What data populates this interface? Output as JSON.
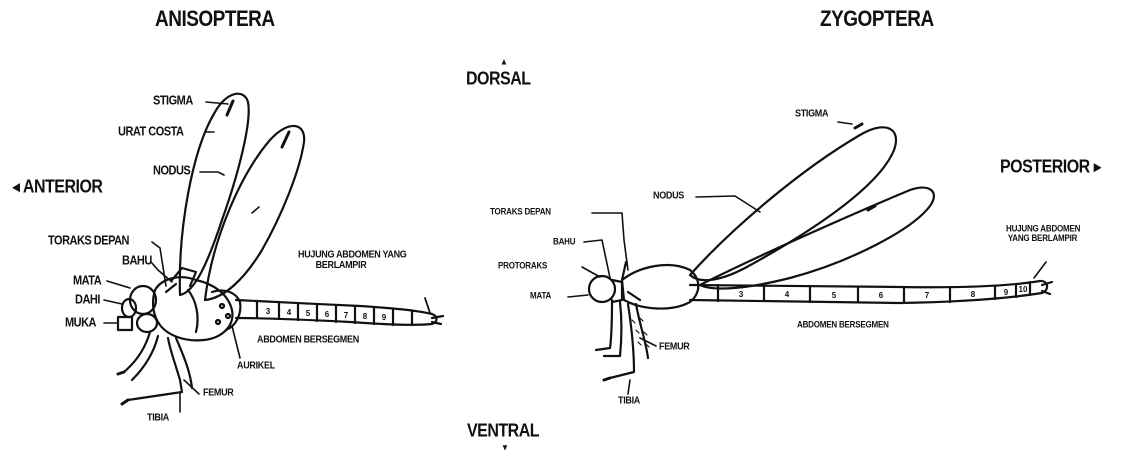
{
  "titles": {
    "left": "ANISOPTERA",
    "right": "ZYGOPTERA"
  },
  "directions": {
    "dorsal": "DORSAL",
    "dorsal_arrow": "▲",
    "ventral": "VENTRAL",
    "ventral_arrow": "▼",
    "anterior": "◂ ANTERIOR",
    "posterior": "POSTERIOR ▸"
  },
  "anisoptera": {
    "stigma": "STIGMA",
    "urat_costa": "URAT COSTA",
    "nodus": "NODUS",
    "toraks_depan": "TORAKS DEPAN",
    "bahu": "BAHU",
    "mata": "MATA",
    "dahi": "DAHI",
    "muka": "MUKA",
    "ujung_abdomen": "HUJUNG ABDOMEN YANG\n        BERLAMPIR",
    "abdomen_bersegmen": "ABDOMEN BERSEGMEN",
    "aurikel": "AURIKEL",
    "femur": "FEMUR",
    "tibia": "TIBIA",
    "segments": [
      "3",
      "4",
      "5",
      "6",
      "7",
      "8",
      "9"
    ]
  },
  "zygoptera": {
    "stigma": "STIGMA",
    "nodus": "NODUS",
    "toraks_depan": "TORAKS DEPAN",
    "bahu": "BAHU",
    "protoraks": "PROTORAKS",
    "mata": "MATA",
    "ujung_abdomen": "HUJUNG ABDOMEN\n YANG BERLAMPIR",
    "abdomen_bersegmen": "ABDOMEN BERSEGMEN",
    "femur": "FEMUR",
    "tibia": "TIBIA",
    "segments": [
      "3",
      "4",
      "5",
      "6",
      "7",
      "8",
      "9",
      "10"
    ]
  }
}
